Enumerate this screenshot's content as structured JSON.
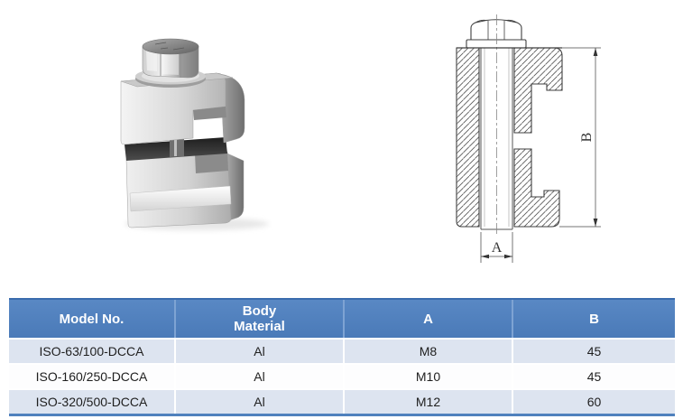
{
  "page": {
    "background_color": "#ffffff"
  },
  "drawing": {
    "dim_a": "A",
    "dim_b": "B"
  },
  "table": {
    "colors": {
      "header_bg": "#4f81bd",
      "header_text": "#ffffff",
      "header_top_border": "#3a6bad",
      "header_divider": "#7ea3d3",
      "row_alt_bg": "#dde4f0",
      "row_white_bg": "#fdfdfe",
      "bottom_border": "#4f81bd",
      "row_text": "#1f1f1f"
    },
    "headers": [
      {
        "line1": "Model No."
      },
      {
        "line1": "Body",
        "line2": "Material"
      },
      {
        "line1": "A"
      },
      {
        "line1": "B"
      }
    ],
    "rows": [
      [
        "ISO-63/100-DCCA",
        "Al",
        "M8",
        "45"
      ],
      [
        "ISO-160/250-DCCA",
        "Al",
        "M10",
        "45"
      ],
      [
        "ISO-320/500-DCCA",
        "Al",
        "M12",
        "60"
      ]
    ]
  }
}
